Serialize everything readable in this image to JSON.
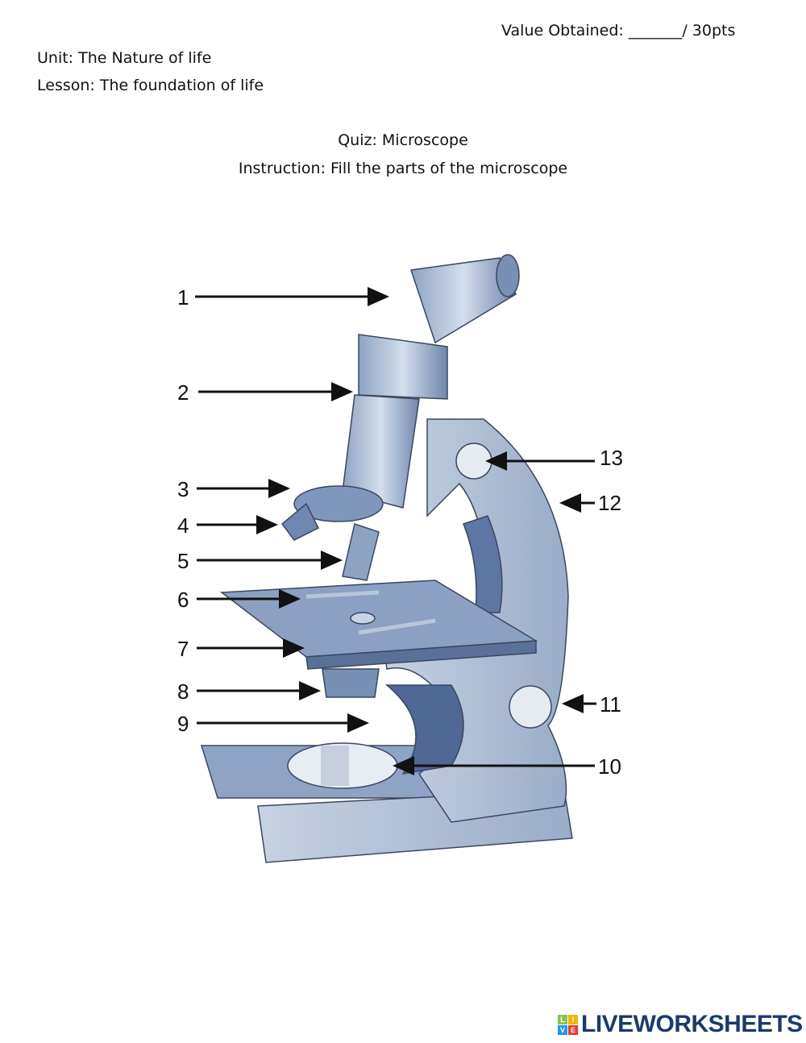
{
  "header": {
    "score": "Value Obtained: _______/ 30pts",
    "unit": "Unit: The Nature of life",
    "lesson": "Lesson: The foundation of life",
    "quiz": "Quiz: Microscope",
    "instruction": "Instruction: Fill the parts of the microscope"
  },
  "diagram": {
    "labels": [
      "1",
      "2",
      "3",
      "4",
      "5",
      "6",
      "7",
      "8",
      "9",
      "10",
      "11",
      "12",
      "13"
    ]
  },
  "logo": {
    "text": "LIVEWORKSHEETS",
    "badge": [
      "L",
      "I",
      "V",
      "E"
    ],
    "colors": {
      "brand": "#1b3a6b"
    }
  }
}
